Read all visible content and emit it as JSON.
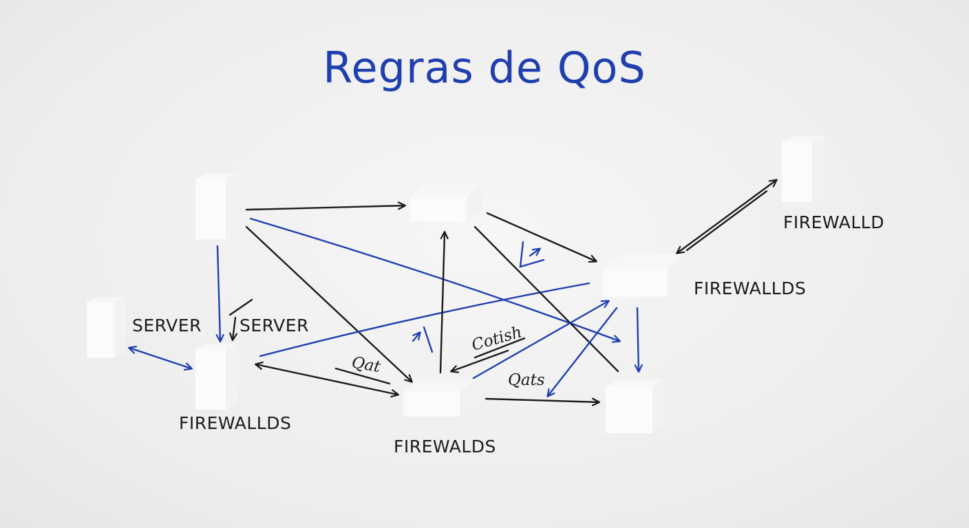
{
  "title": "Regras de QoS",
  "colors": {
    "ink": "#1b1b1b",
    "accent": "#1f3fae",
    "background": "#efefef"
  },
  "devices": [
    {
      "id": "server-top-left",
      "kind": "server-tower-icon"
    },
    {
      "id": "server-far-left",
      "kind": "server-tower-icon"
    },
    {
      "id": "server-mid-left",
      "kind": "server-tower-icon"
    },
    {
      "id": "switch-top-center",
      "kind": "network-switch-icon"
    },
    {
      "id": "switch-bottom-center",
      "kind": "network-switch-icon"
    },
    {
      "id": "switch-right",
      "kind": "network-switch-icon"
    },
    {
      "id": "server-top-right",
      "kind": "server-tower-icon"
    },
    {
      "id": "storage-bottom-right",
      "kind": "storage-box-icon"
    }
  ],
  "labels": {
    "server_left": "SERVER",
    "server_center": "SERVER",
    "firewallds_left": "FIREWALLDS",
    "firewalds_bottom": "FIREWALDS",
    "firewallds_right": "FIREWALLDS",
    "firewalld_top_right": "FIREWALLD"
  },
  "notes": {
    "qat": "Qat",
    "cotish": "Cotish",
    "qats": "Qats"
  }
}
